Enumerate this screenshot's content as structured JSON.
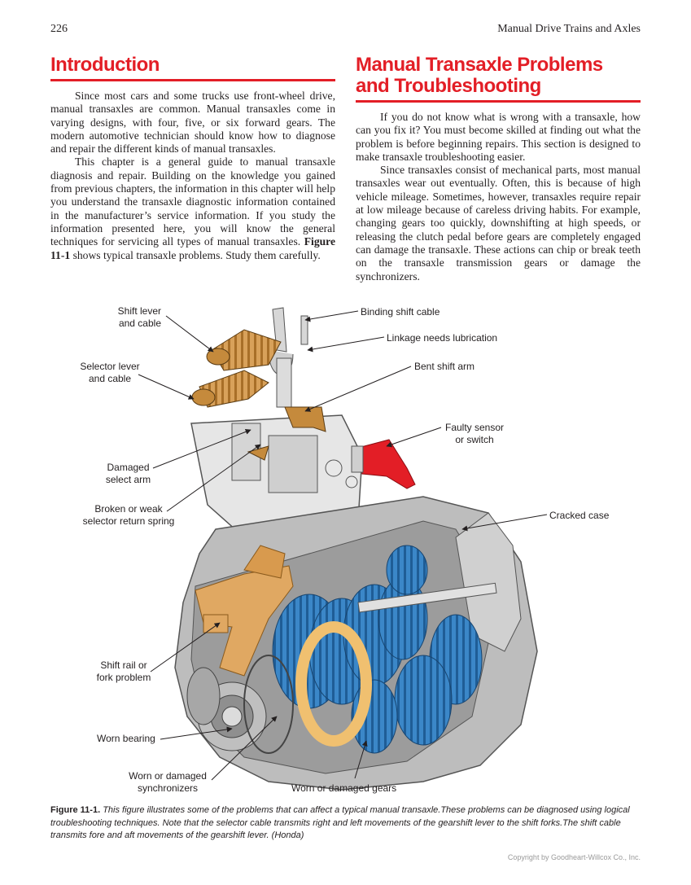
{
  "header": {
    "page_number": "226",
    "running_title": "Manual Drive Trains and Axles"
  },
  "left": {
    "heading": "Introduction",
    "p1": "Since most cars and some trucks use front-wheel drive, manual transaxles are common. Manual transaxles come in varying designs, with four, five, or six forward gears. The modern automotive technician should know how to diagnose and repair the different kinds of manual transaxles.",
    "p2_before": "This chapter is a general guide to manual transaxle diagnosis and repair. Building on the knowledge you gained from previous chapters, the information in this chapter will help you understand the transaxle diagnostic information contained in the manufacturer’s service information. If you study the information presented here, you will know the general techniques for servicing all types of manual transaxles. ",
    "p2_figref": "Figure 11-1",
    "p2_after": " shows typical transaxle problems. Study them carefully."
  },
  "right": {
    "heading_line1": "Manual Transaxle Problems",
    "heading_line2": "and Troubleshooting",
    "p1": "If you do not know what is wrong with a transaxle, how can you fix it? You must become skilled at finding out what the problem is before beginning repairs. This section is designed to make transaxle troubleshooting easier.",
    "p2": "Since transaxles consist of mechanical parts, most manual transaxles wear out eventually. Often, this is because of high vehicle mileage. Sometimes, however, transaxles require repair at low mileage because of careless driving habits. For example, changing gears too quickly, downshifting at high speeds, or releasing the clutch pedal before gears are completely engaged can damage the transaxle. These actions can chip or break teeth on the transaxle transmission gears or damage the synchronizers."
  },
  "figure": {
    "labels": {
      "shift_lever_1": "Shift lever",
      "shift_lever_2": "and cable",
      "selector_lever_1": "Selector lever",
      "selector_lever_2": "and cable",
      "damaged_select_1": "Damaged",
      "damaged_select_2": "select arm",
      "broken_spring_1": "Broken or weak",
      "broken_spring_2": "selector return spring",
      "shift_rail_1": "Shift rail or",
      "shift_rail_2": "fork problem",
      "worn_bearing": "Worn bearing",
      "worn_sync_1": "Worn or damaged",
      "worn_sync_2": "synchronizers",
      "worn_gears": "Worn or damaged gears",
      "binding_cable": "Binding shift cable",
      "linkage": "Linkage needs lubrication",
      "bent_arm": "Bent shift arm",
      "faulty_sensor_1": "Faulty sensor",
      "faulty_sensor_2": "or switch",
      "cracked_case": "Cracked case"
    },
    "colors": {
      "shift_parts": "#c58a3c",
      "gears": "#3b87c8",
      "case": "#bdbdbd",
      "sensor": "#e31e26"
    }
  },
  "caption": {
    "label": "Figure 11-1.",
    "text": " This figure illustrates some of the problems that can affect a typical manual transaxle.These problems can be diagnosed using logical troubleshooting techniques. Note that the selector cable transmits right and left movements of the gearshift lever to the shift forks.The shift cable transmits fore and aft movements of the gearshift lever. (Honda)"
  },
  "copyright": "Copyright by Goodheart-Willcox Co., Inc."
}
